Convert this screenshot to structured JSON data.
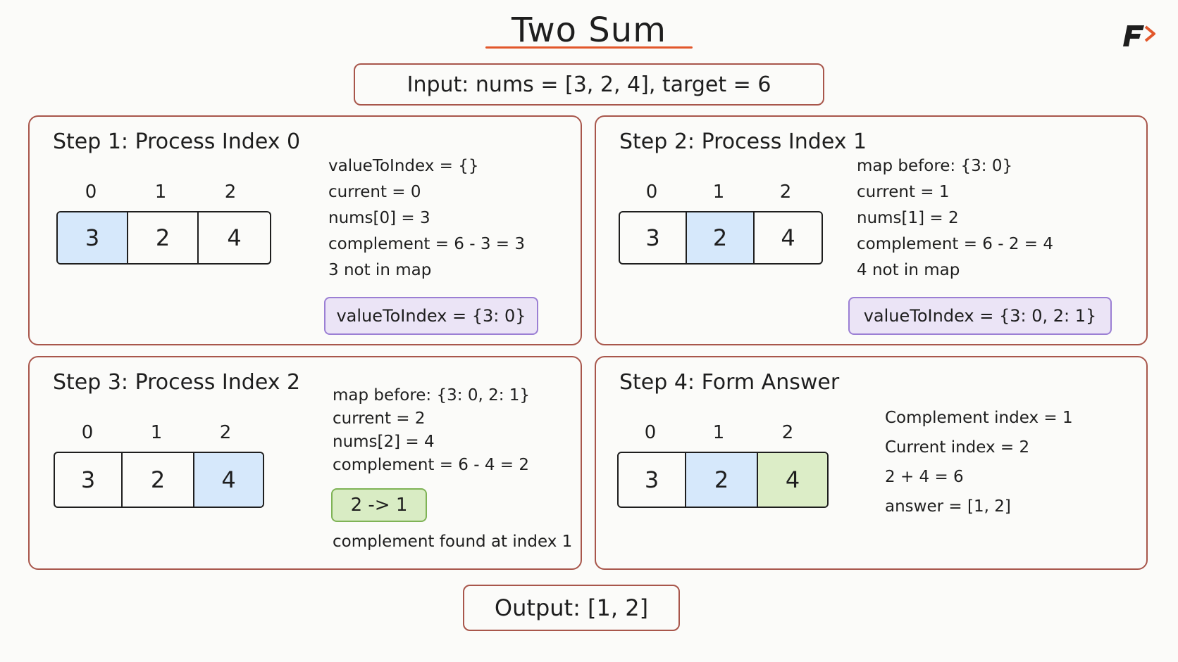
{
  "title": "Two Sum",
  "input_text": "Input:  nums = [3, 2, 4], target = 6",
  "output_text": "Output: [1, 2]",
  "logo_icon": "brand-logo-icon",
  "colors": {
    "accent_underline": "#e2572b",
    "panel_border": "#a8564b",
    "current_cell": "#d6e8fb",
    "found_cell": "#dcedc7",
    "map_badge_border": "#9b7fd4",
    "found_badge_border": "#7fb356"
  },
  "steps": [
    {
      "title": "Step 1: Process Index 0",
      "indices": [
        "0",
        "1",
        "2"
      ],
      "cells": [
        "3",
        "2",
        "4"
      ],
      "lines": [
        "valueToIndex = {}",
        "current = 0",
        "nums[0] = 3",
        "complement = 6 - 3 = 3",
        "3 not in map"
      ],
      "badge": "valueToIndex = {3: 0}"
    },
    {
      "title": "Step 2: Process Index 1",
      "indices": [
        "0",
        "1",
        "2"
      ],
      "cells": [
        "3",
        "2",
        "4"
      ],
      "lines": [
        "map before: {3: 0}",
        "current = 1",
        "nums[1] = 2",
        "complement = 6 - 2 = 4",
        "4 not in map"
      ],
      "badge": "valueToIndex = {3: 0, 2: 1}"
    },
    {
      "title": "Step 3: Process Index 2",
      "indices": [
        "0",
        "1",
        "2"
      ],
      "cells": [
        "3",
        "2",
        "4"
      ],
      "lines": [
        "map before: {3: 0, 2: 1}",
        "current = 2",
        "nums[2] = 4",
        "complement = 6 - 4 = 2"
      ],
      "badge": "2 -> 1",
      "footer": "complement found at index 1"
    },
    {
      "title": "Step 4: Form Answer",
      "indices": [
        "0",
        "1",
        "2"
      ],
      "cells": [
        "3",
        "2",
        "4"
      ],
      "lines": [
        "Complement index = 1",
        "Current index = 2",
        "2 + 4 = 6",
        "answer = [1, 2]"
      ]
    }
  ]
}
